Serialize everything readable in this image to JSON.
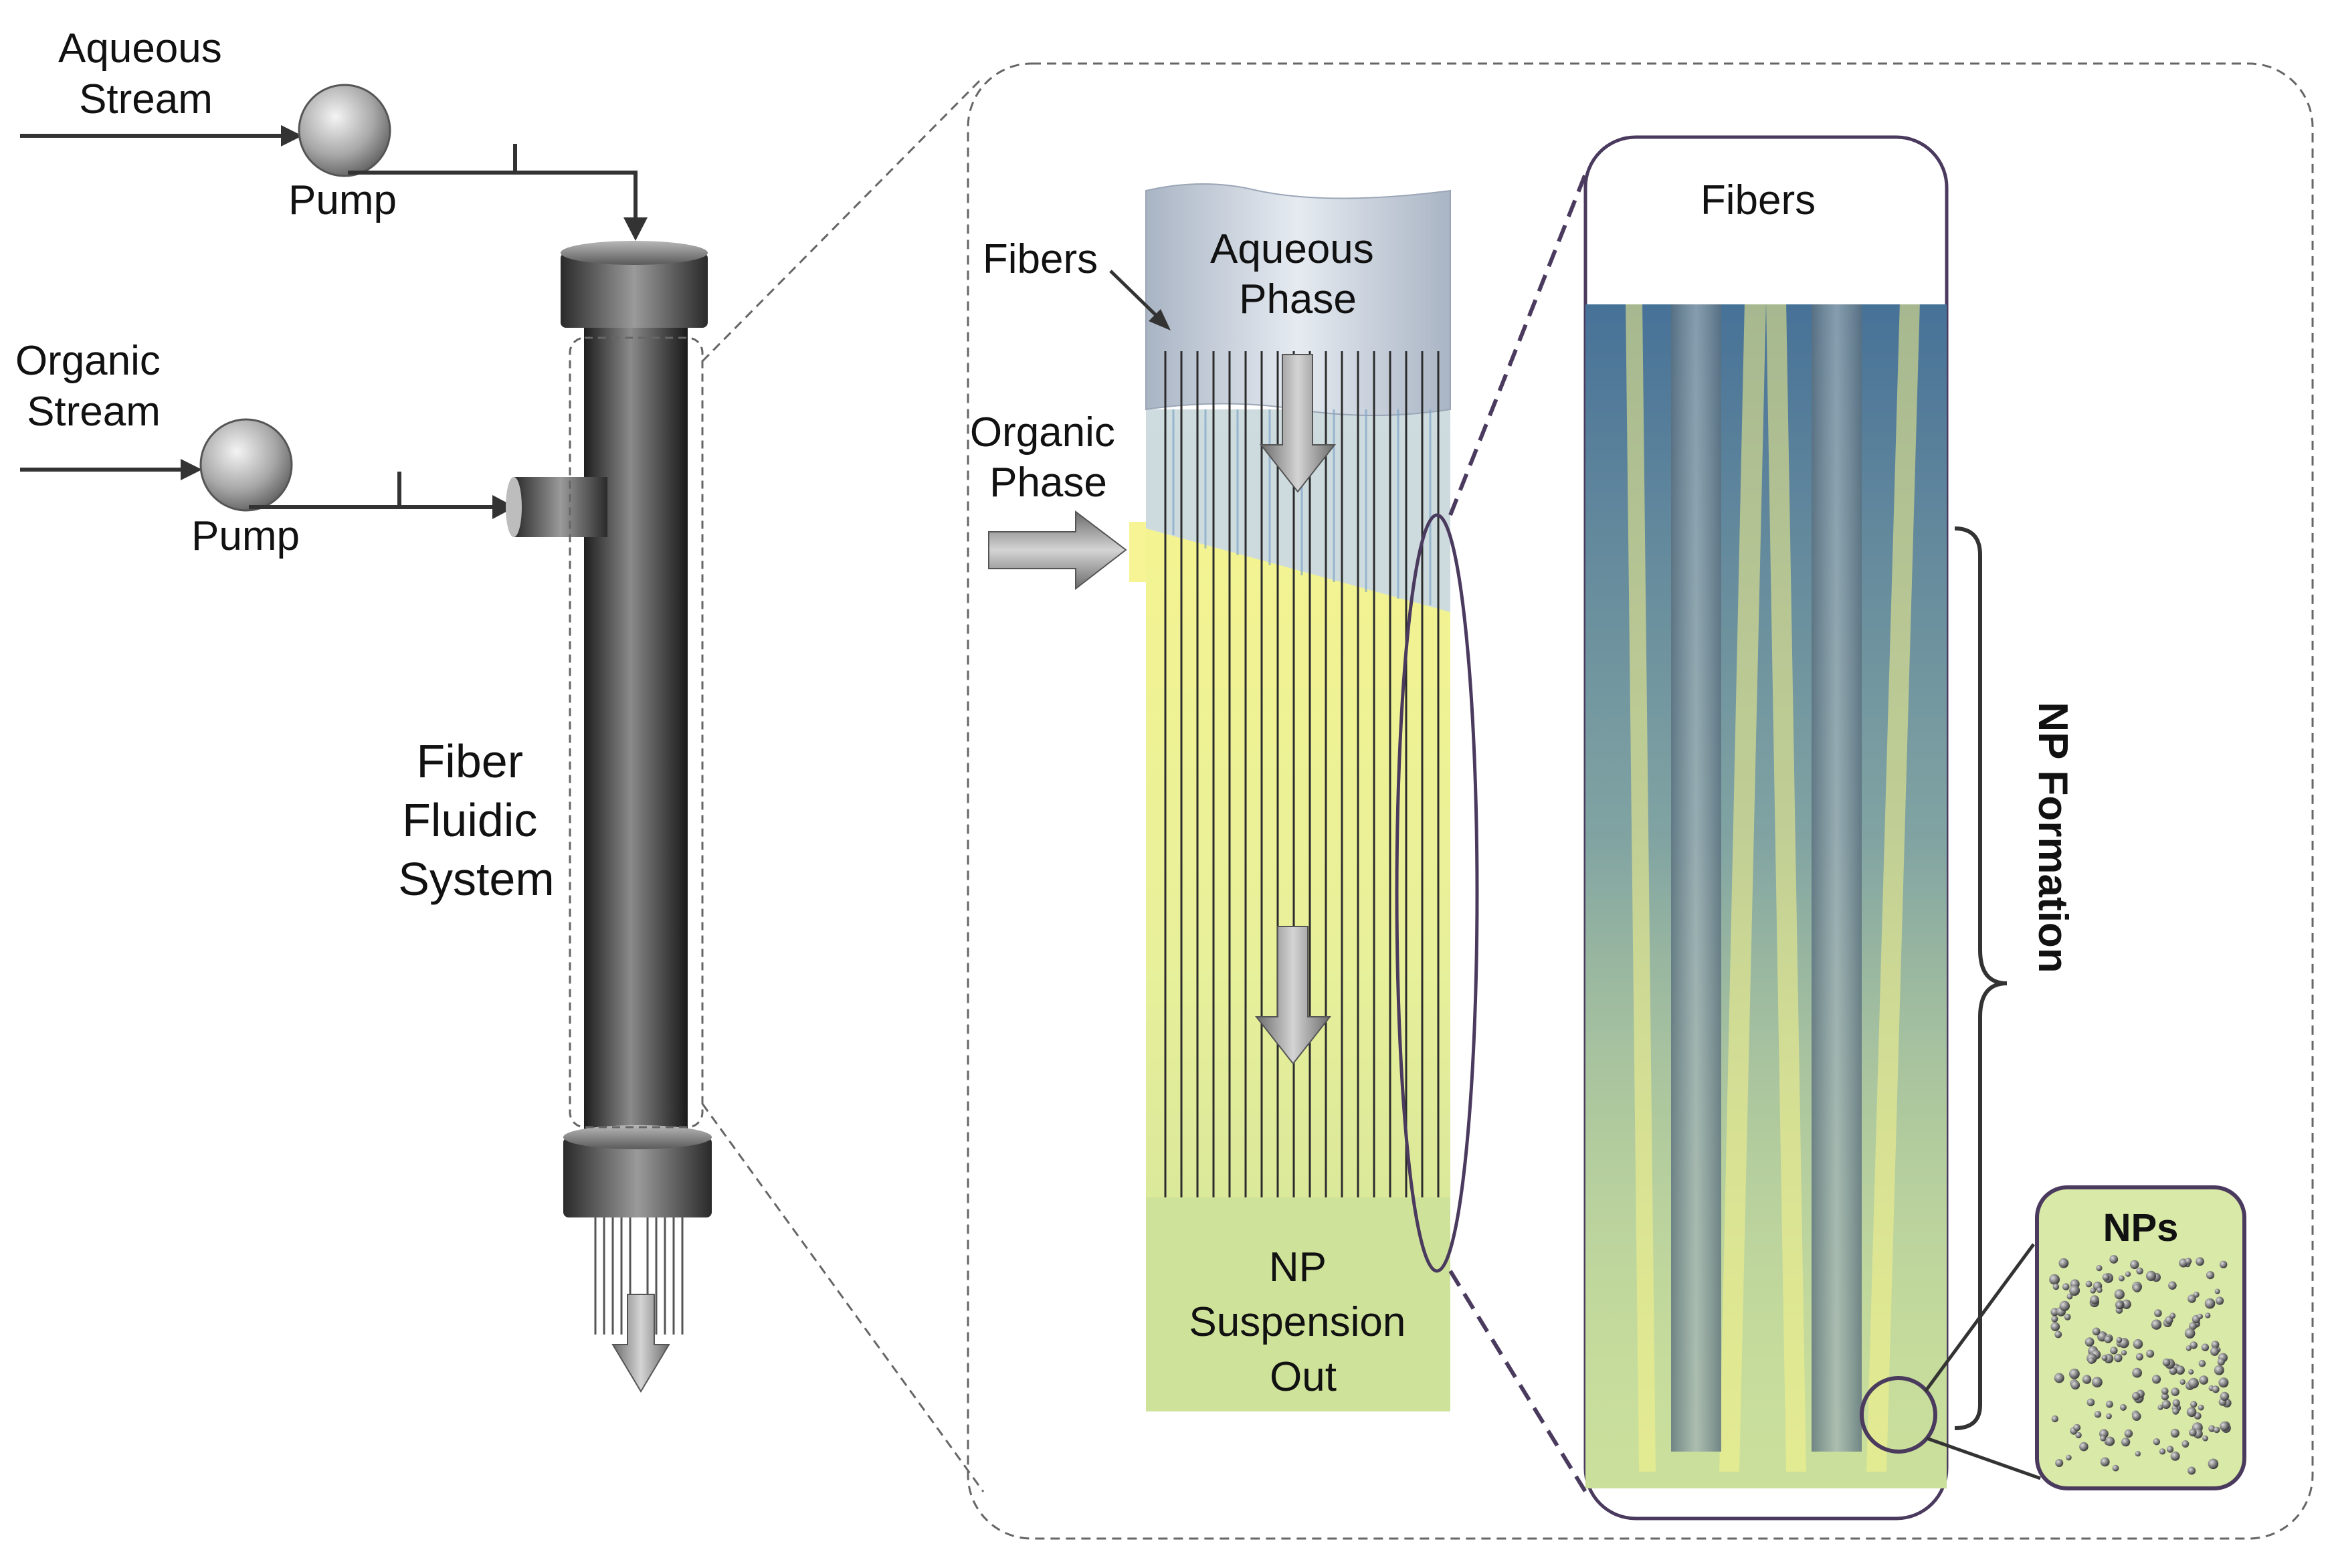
{
  "labels": {
    "aqueous_stream": [
      "Aqueous",
      "Stream"
    ],
    "organic_stream": [
      "Organic",
      "Stream"
    ],
    "pump_top": "Pump",
    "pump_bottom": "Pump",
    "system": [
      "Fiber",
      "Fluidic",
      "System"
    ],
    "fibers_mid": "Fibers",
    "aqueous_phase": [
      "Aqueous",
      "Phase"
    ],
    "organic_phase": [
      "Organic",
      "Phase"
    ],
    "np_suspension": [
      "NP",
      "Suspension",
      "Out"
    ],
    "fibers_right": "Fibers",
    "np_formation": "NP Formation",
    "nps": "NPs"
  },
  "colors": {
    "aqueous_blue": "#3f6f9c",
    "organic_yellow": "#f6f38a",
    "suspension_green": "#cfe29a",
    "column_dark": "#2b2b2b",
    "outline_purple": "#4a3a5e"
  }
}
